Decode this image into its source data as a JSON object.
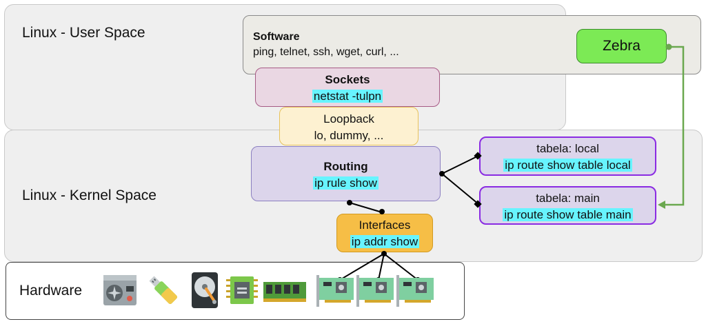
{
  "layers": {
    "user_space": "Linux - User Space",
    "kernel_space": "Linux - Kernel Space",
    "hardware": "Hardware"
  },
  "software": {
    "title": "Software",
    "tools": "ping, telnet, ssh, wget, curl, ..."
  },
  "zebra": "Zebra",
  "sockets": {
    "title": "Sockets",
    "command": "netstat -tulpn"
  },
  "loopback": {
    "title": "Loopback",
    "devices": "lo, dummy, ..."
  },
  "routing": {
    "title": "Routing",
    "command": "ip rule show"
  },
  "table_local": {
    "title": "tabela: local",
    "command": "ip route show table local"
  },
  "table_main": {
    "title": "tabela: main",
    "command": "ip route show table main"
  },
  "interfaces": {
    "title": "Interfaces",
    "command": "ip addr show"
  },
  "hardware_icons": [
    "power-supply-icon",
    "usb-drive-icon",
    "hard-disk-icon",
    "cpu-chip-icon",
    "memory-module-icon",
    "network-card-icon",
    "network-card-icon",
    "network-card-icon"
  ],
  "colors": {
    "software_bg": "#ecebe6",
    "sockets_bg": "#ead7e3",
    "loopback_bg": "#fdf1d1",
    "routing_bg": "#dcd5eb",
    "tables_border": "#8a2be2",
    "interfaces_bg": "#f6be46",
    "zebra_bg": "#7cea55",
    "highlight": "#67f4ff",
    "arrow_green": "#6aa84f"
  }
}
